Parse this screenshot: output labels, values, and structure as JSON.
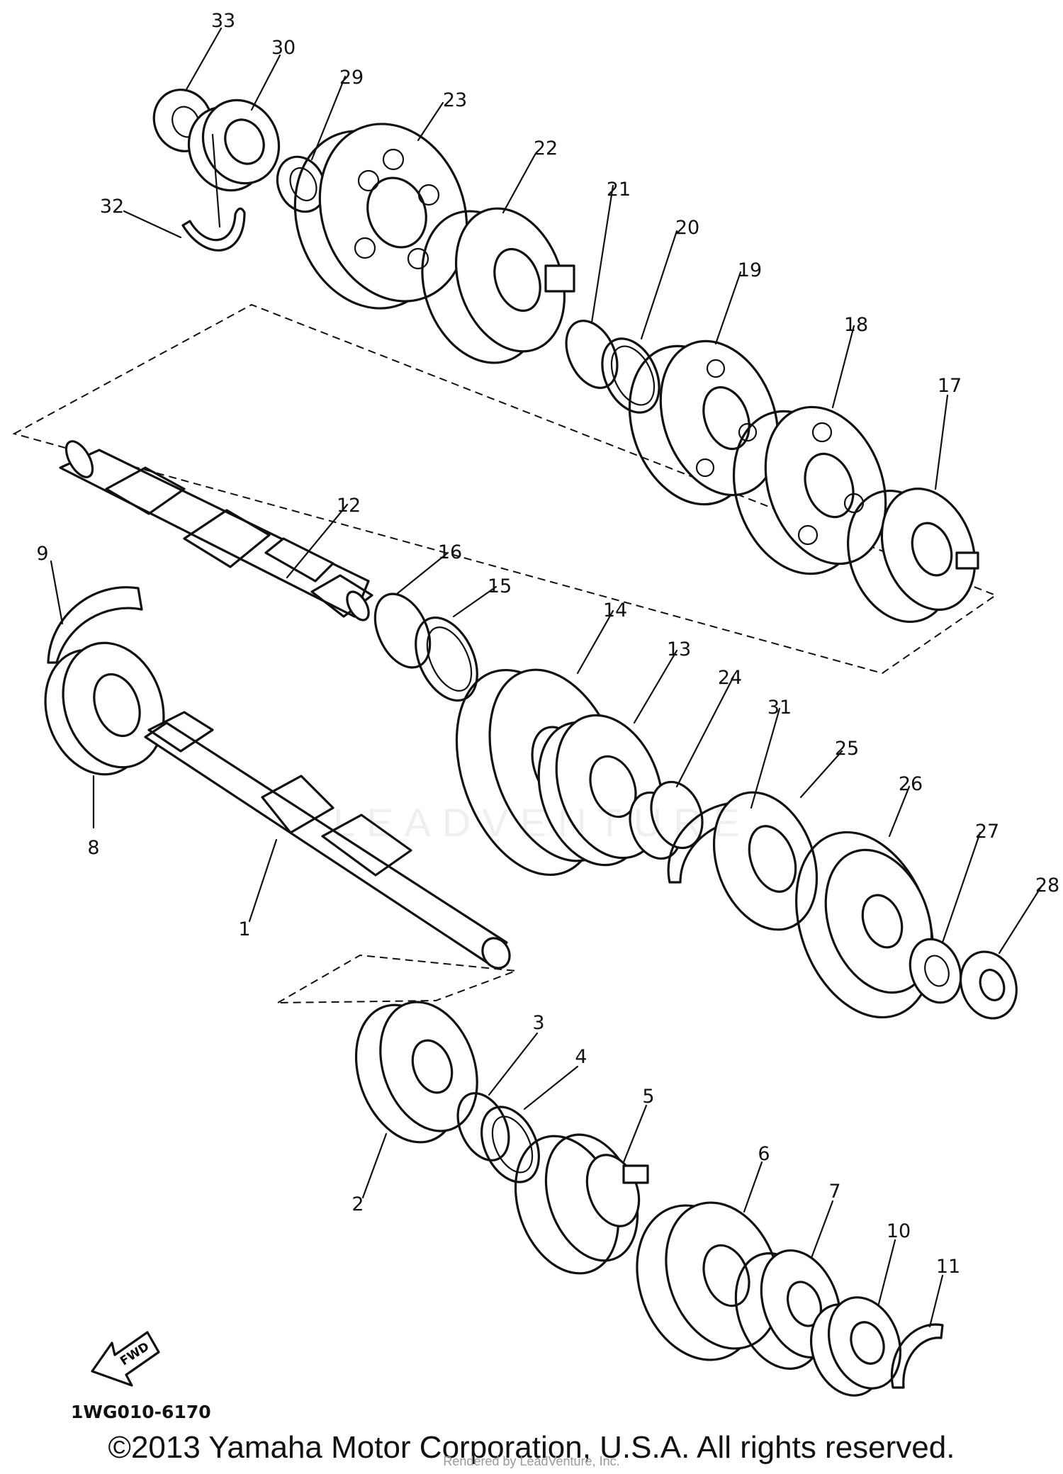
{
  "diagram": {
    "parts": [
      {
        "id": "p1",
        "label": "1"
      },
      {
        "id": "p2",
        "label": "2"
      },
      {
        "id": "p3",
        "label": "3"
      },
      {
        "id": "p4",
        "label": "4"
      },
      {
        "id": "p5",
        "label": "5"
      },
      {
        "id": "p6",
        "label": "6"
      },
      {
        "id": "p7",
        "label": "7"
      },
      {
        "id": "p8",
        "label": "8"
      },
      {
        "id": "p9",
        "label": "9"
      },
      {
        "id": "p10",
        "label": "10"
      },
      {
        "id": "p11",
        "label": "11"
      },
      {
        "id": "p12",
        "label": "12"
      },
      {
        "id": "p13",
        "label": "13"
      },
      {
        "id": "p14",
        "label": "14"
      },
      {
        "id": "p15",
        "label": "15"
      },
      {
        "id": "p16",
        "label": "16"
      },
      {
        "id": "p17",
        "label": "17"
      },
      {
        "id": "p18",
        "label": "18"
      },
      {
        "id": "p19",
        "label": "19"
      },
      {
        "id": "p20",
        "label": "20"
      },
      {
        "id": "p21",
        "label": "21"
      },
      {
        "id": "p22",
        "label": "22"
      },
      {
        "id": "p23",
        "label": "23"
      },
      {
        "id": "p24",
        "label": "24"
      },
      {
        "id": "p25",
        "label": "25"
      },
      {
        "id": "p26",
        "label": "26"
      },
      {
        "id": "p27",
        "label": "27"
      },
      {
        "id": "p28",
        "label": "28"
      },
      {
        "id": "p29",
        "label": "29"
      },
      {
        "id": "p30",
        "label": "30"
      },
      {
        "id": "p31",
        "label": "31"
      },
      {
        "id": "p32",
        "label": "32"
      },
      {
        "id": "p33",
        "label": "33"
      }
    ],
    "fwd_label": "FWD"
  },
  "footer": {
    "diagram_code": "1WG010-6170",
    "copyright": "©2013 Yamaha Motor Corporation, U.S.A. All rights reserved.",
    "rendered_by": "Rendered by LeadVenture, Inc.",
    "watermark": "LEADVENTURE"
  }
}
